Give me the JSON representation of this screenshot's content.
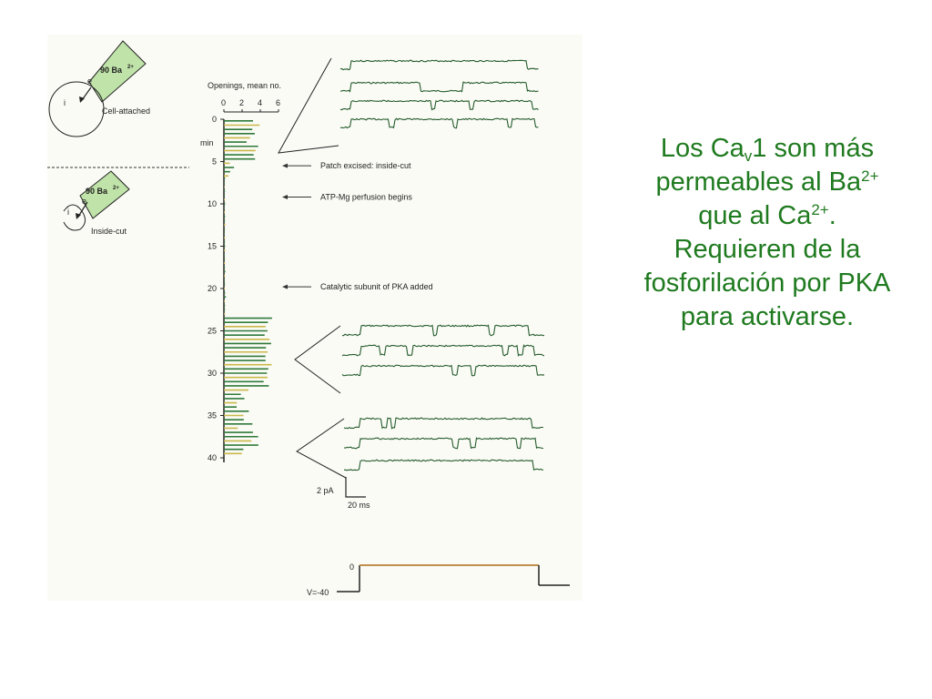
{
  "inset_top": {
    "ion": "90 Ba",
    "charge": "2+",
    "marker": "e",
    "cell_label": "i",
    "config": "Cell-attached"
  },
  "inset_bottom": {
    "ion": "90 Ba",
    "charge": "2+",
    "marker": "e",
    "cell_label": "i",
    "config": "Inside-cut"
  },
  "histogram": {
    "axis_title": "Openings, mean no.",
    "unit": "min",
    "x_ticks": [
      "0",
      "2",
      "4",
      "6"
    ],
    "y_ticks": [
      "0",
      "5",
      "10",
      "15",
      "20",
      "25",
      "30",
      "35",
      "40"
    ]
  },
  "events": [
    {
      "label": "Patch excised: inside-cut",
      "minute": 5.5
    },
    {
      "label": "ATP-Mg perfusion begins",
      "minute": 9.2
    },
    {
      "label": "Catalytic subunit of PKA added",
      "minute": 19.8
    }
  ],
  "scale_bar": {
    "current": "2 pA",
    "time": "20 ms"
  },
  "protocol": {
    "step_level": "0",
    "holding_level": "V=-40"
  },
  "caption": {
    "l1_pre": "Los Ca",
    "l1_sub": "v",
    "l1_post": "1 son más",
    "l2_pre": "permeables al Ba",
    "l2_sup": "2+",
    "l3_pre": "que al Ca",
    "l3_sup": "2+",
    "l3_post": ".",
    "l4": "Requieren de la",
    "l5": "fosforilación por PKA",
    "l6": "para activarse."
  },
  "colors": {
    "caption": "#1f7a1f",
    "bars_green": "#2f7a3a",
    "bars_yellow": "#c9b84a",
    "green_inset": "#bfe3a8"
  }
}
